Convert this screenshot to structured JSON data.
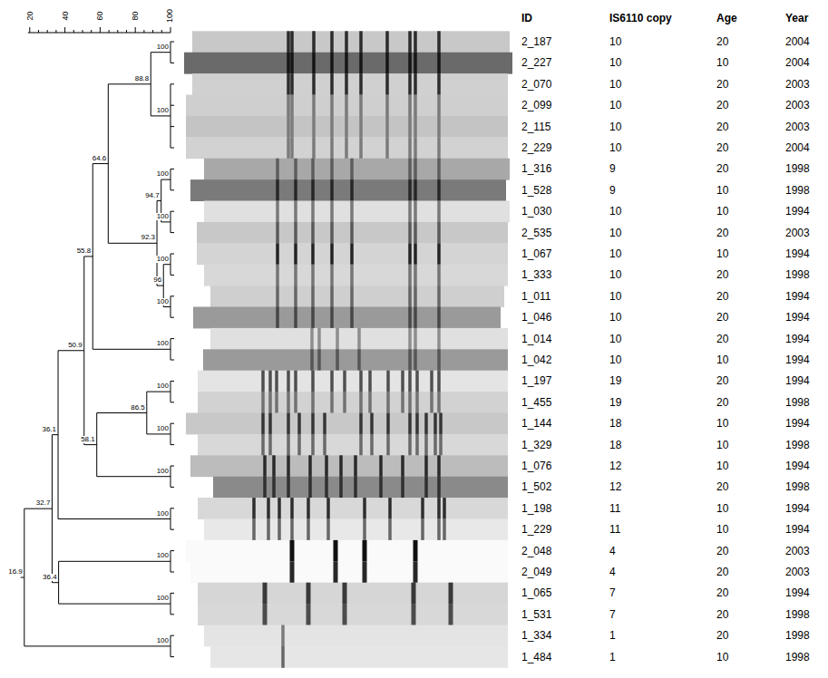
{
  "diagram": {
    "labels": [
      "20",
      "40",
      "60",
      "80",
      "100",
      "100",
      "88.8",
      "100",
      "64.6",
      "100",
      "94.7",
      "100",
      "92.3",
      "55.8",
      "100",
      "96",
      "100",
      "100",
      "50.9",
      "100",
      "86.5",
      "36.1",
      "100",
      "58.1",
      "100",
      "32.7",
      "100",
      "100",
      "36.4",
      "100",
      "16.9",
      "100",
      "ID",
      "IS6110 copy",
      "Age",
      "Year",
      "2_187",
      "10",
      "20",
      "2004",
      "2_227",
      "10",
      "10",
      "2004",
      "2_070",
      "10",
      "20",
      "2003",
      "2_099",
      "10",
      "20",
      "2003",
      "2_115",
      "10",
      "20",
      "2003",
      "2_229",
      "10",
      "20",
      "2004",
      "1_316",
      "9",
      "20",
      "1998",
      "1_528",
      "9",
      "10",
      "1998",
      "1_030",
      "10",
      "10",
      "1994",
      "2_535",
      "10",
      "20",
      "2003",
      "1_067",
      "10",
      "10",
      "1994",
      "1_333",
      "10",
      "20",
      "1998",
      "1_011",
      "10",
      "20",
      "1994",
      "1_046",
      "10",
      "20",
      "1994",
      "1_014",
      "10",
      "20",
      "1994",
      "1_042",
      "10",
      "10",
      "1994",
      "1_197",
      "19",
      "20",
      "1994",
      "1_455",
      "19",
      "20",
      "1998",
      "1_144",
      "18",
      "10",
      "1994",
      "1_329",
      "18",
      "10",
      "1998",
      "1_076",
      "12",
      "10",
      "1994",
      "1_502",
      "12",
      "20",
      "1998",
      "1_198",
      "11",
      "10",
      "1994",
      "1_229",
      "11",
      "10",
      "1994",
      "2_048",
      "4",
      "20",
      "2003",
      "2_049",
      "4",
      "20",
      "2003",
      "1_065",
      "7",
      "20",
      "1994",
      "1_531",
      "7",
      "20",
      "1998",
      "1_334",
      "1",
      "20",
      "1998",
      "1_484",
      "1",
      "10",
      "1998"
    ]
  }
}
